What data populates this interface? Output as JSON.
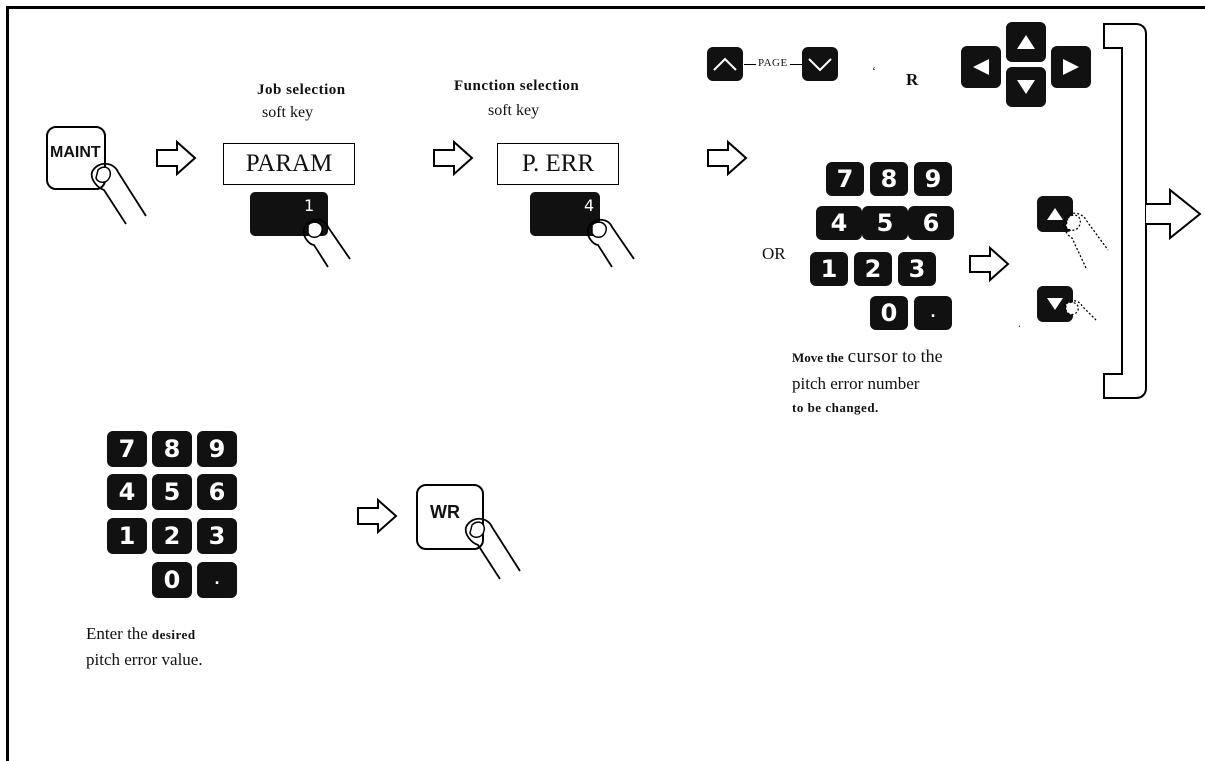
{
  "keys": {
    "maint": "MAINT",
    "wr": "WR",
    "page": "PAGE",
    "r_label": "R",
    "or_label": "OR",
    "num_1": "7",
    "num_2": "8",
    "num_3": "9",
    "num_4": "4",
    "num_5": "5",
    "num_6": "6",
    "num_7": "1",
    "num_8": "2",
    "num_9": "3",
    "num_0": "0",
    "num_dot": "."
  },
  "steps": {
    "job_selection": {
      "caption_line1": "Job selection",
      "caption_line2": "soft key",
      "display": "PARAM",
      "softkey": "1"
    },
    "function_selection": {
      "caption_line1": "Function selection",
      "caption_line2": "soft key",
      "display": "P. ERR",
      "softkey": "4"
    }
  },
  "captions": {
    "cursor_line1_a": "Move the",
    "cursor_line1_b": "cursor",
    "cursor_line1_c": "to the",
    "cursor_line2": "pitch error number",
    "cursor_line3": "to be changed.",
    "enter_line1_a": "Enter the",
    "enter_line1_b": "desired",
    "enter_line2": "pitch error value."
  }
}
